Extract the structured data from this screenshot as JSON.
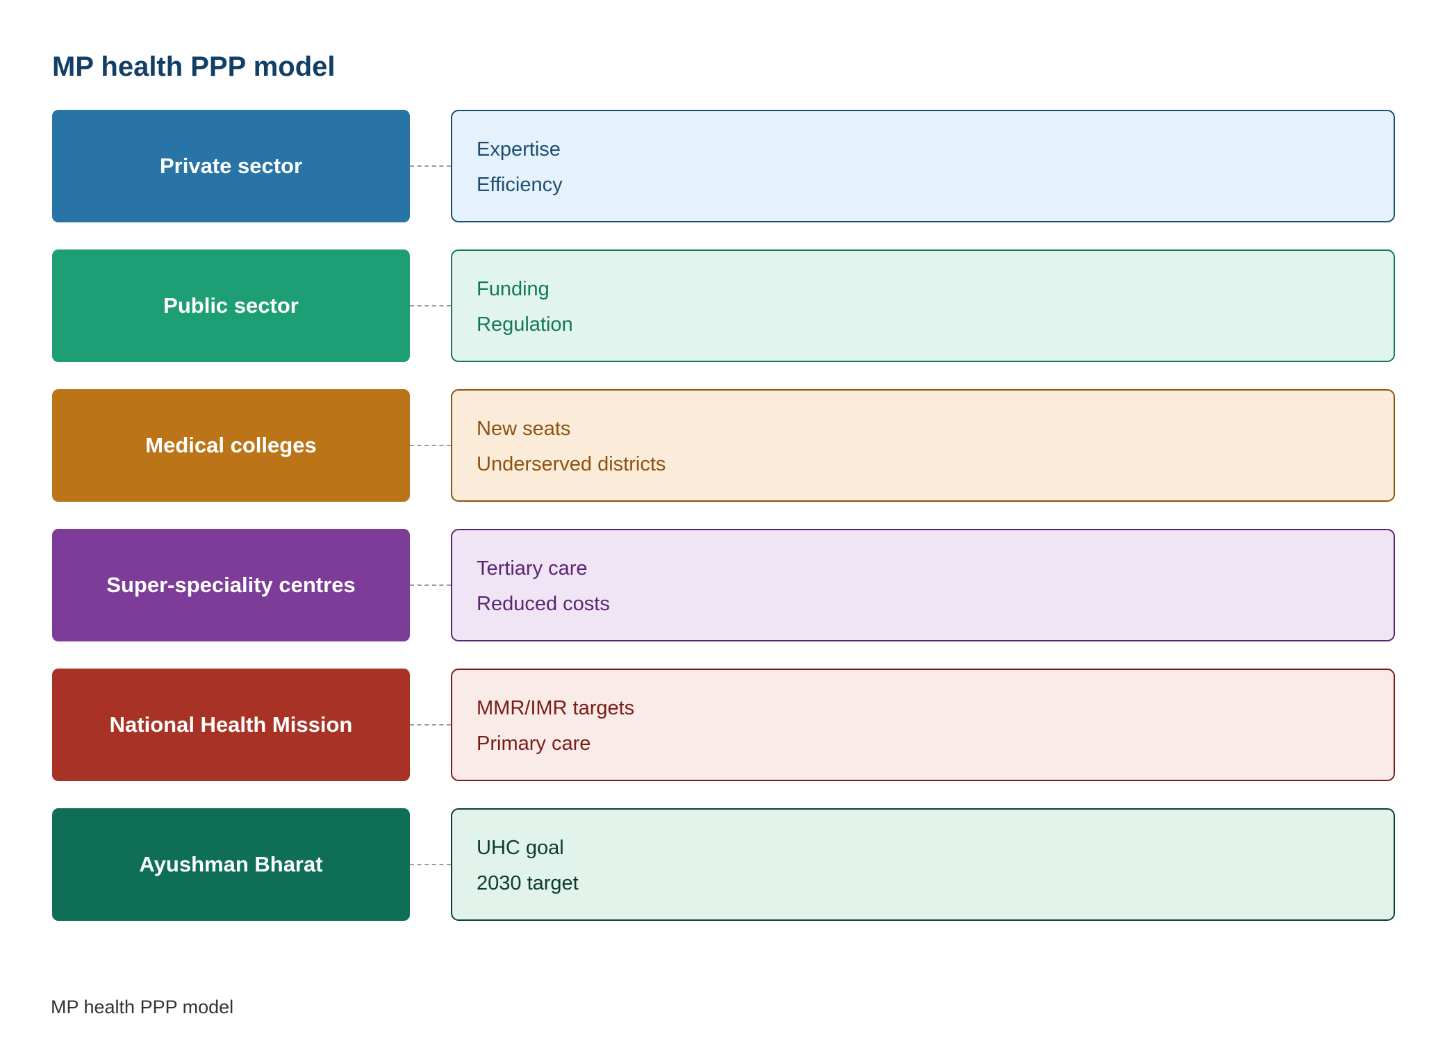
{
  "title": "MP health PPP model",
  "footer": "MP health PPP model",
  "rows": [
    {
      "label": "Private sector",
      "items": [
        "Expertise",
        "Efficiency"
      ],
      "colors": {
        "label_bg": "#2874a6",
        "detail_bg": "#e5f1fb",
        "detail_border": "#1b4f72",
        "detail_text": "#1b4f72"
      }
    },
    {
      "label": "Public sector",
      "items": [
        "Funding",
        "Regulation"
      ],
      "colors": {
        "label_bg": "#1e9e75",
        "detail_bg": "#e1f4ee",
        "detail_border": "#117a55",
        "detail_text": "#117a55"
      }
    },
    {
      "label": "Medical colleges",
      "items": [
        "New seats",
        "Underserved districts"
      ],
      "colors": {
        "label_bg": "#bb7518",
        "detail_bg": "#fbecda",
        "detail_border": "#8d5210",
        "detail_text": "#8d5210"
      }
    },
    {
      "label": "Super-speciality centres",
      "items": [
        "Tertiary care",
        "Reduced costs"
      ],
      "colors": {
        "label_bg": "#7d3c98",
        "detail_bg": "#efe5f5",
        "detail_border": "#5b2573",
        "detail_text": "#5b2573"
      }
    },
    {
      "label": "National Health Mission",
      "items": [
        "MMR/IMR targets",
        "Primary care"
      ],
      "colors": {
        "label_bg": "#a93226",
        "detail_bg": "#f9ebe7",
        "detail_border": "#7b1d17",
        "detail_text": "#7b1d17"
      }
    },
    {
      "label": "Ayushman Bharat",
      "items": [
        "UHC goal",
        "2030 target"
      ],
      "colors": {
        "label_bg": "#0e6e56",
        "detail_bg": "#e2f3ec",
        "detail_border": "#0b3d2e",
        "detail_text": "#0b3d2e"
      }
    }
  ]
}
